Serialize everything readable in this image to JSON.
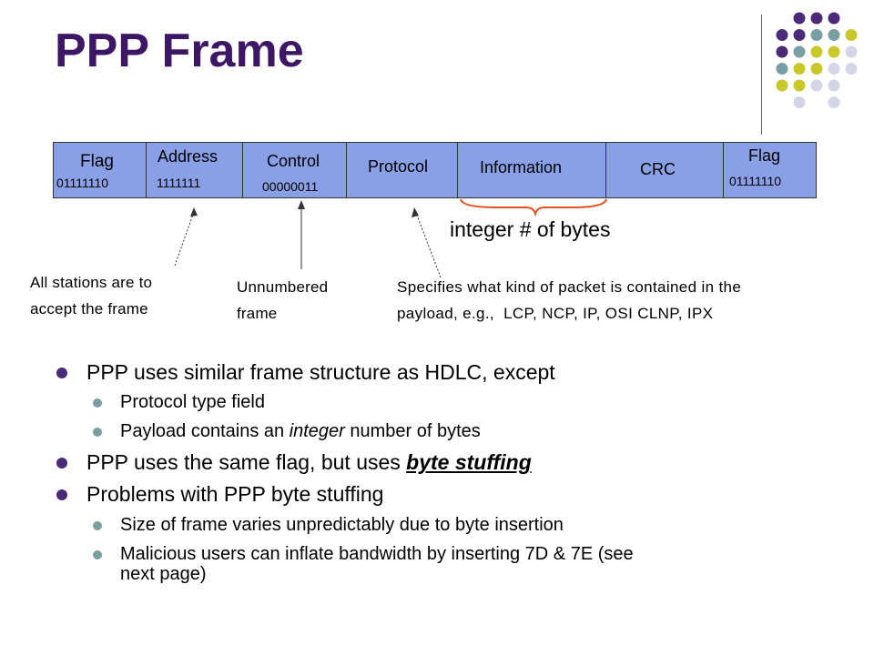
{
  "title": "PPP Frame",
  "frame": {
    "fields": [
      {
        "name": "Flag",
        "bits": "01111110"
      },
      {
        "name": "Address",
        "bits": "1111111"
      },
      {
        "name": "Control",
        "bits": "00000011"
      },
      {
        "name": "Protocol",
        "bits": ""
      },
      {
        "name": "Information",
        "bits": ""
      },
      {
        "name": "CRC",
        "bits": ""
      },
      {
        "name": "Flag",
        "bits": "01111110"
      }
    ],
    "info_note": "integer # of bytes"
  },
  "notes": {
    "address_l1": "All stations are to",
    "address_l2": "accept the frame",
    "control_l1": "Unnumbered",
    "control_l2": "frame",
    "protocol_l1": "Specifies what kind of packet is contained in the",
    "protocol_l2": "payload, e.g.,  LCP, NCP, IP, OSI CLNP, IPX"
  },
  "bullets": {
    "b1": "PPP uses similar frame structure as HDLC, except",
    "b1_s1": "Protocol type field",
    "b1_s2_a": "Payload contains an ",
    "b1_s2_em": "integer",
    "b1_s2_b": " number of bytes",
    "b2_a": "PPP uses the same flag, but uses ",
    "b2_em": "byte stuffing",
    "b3": "Problems with PPP byte stuffing",
    "b3_s1": "Size of frame varies unpredictably due to byte insertion",
    "b3_s2_l1": "Malicious users can inflate bandwidth by inserting 7D & 7E (see",
    "b3_s2_l2": "next page)"
  },
  "colors": {
    "title": "#3d1766",
    "frame_fill": "#8aa0e6",
    "dot_purple": "#4b2a7a",
    "dot_teal": "#7a9fa3",
    "dot_yellow": "#c8c82a",
    "dot_lavender": "#d5d5e8",
    "brace": "#e8501e"
  }
}
